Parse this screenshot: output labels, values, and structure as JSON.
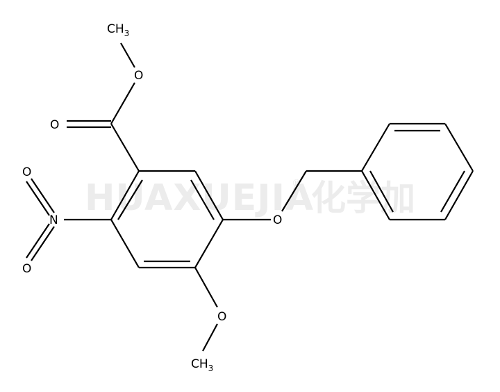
{
  "watermark": {
    "latin": "HUAXUEJIA",
    "registered": "®",
    "chinese": "化学加"
  },
  "atoms": {
    "methyl_top": {
      "main": "CH",
      "sub": "3"
    },
    "ester_o": "O",
    "carbonyl_o": "O",
    "nitro_n": "N",
    "nitro_o_top": "O",
    "nitro_o_bottom": "O",
    "benzyloxy_o": "O",
    "methoxy_o": "O",
    "methyl_bottom": {
      "main": "CH",
      "sub": "3"
    }
  },
  "colors": {
    "bond": "#000000",
    "watermark": "#ececec"
  }
}
